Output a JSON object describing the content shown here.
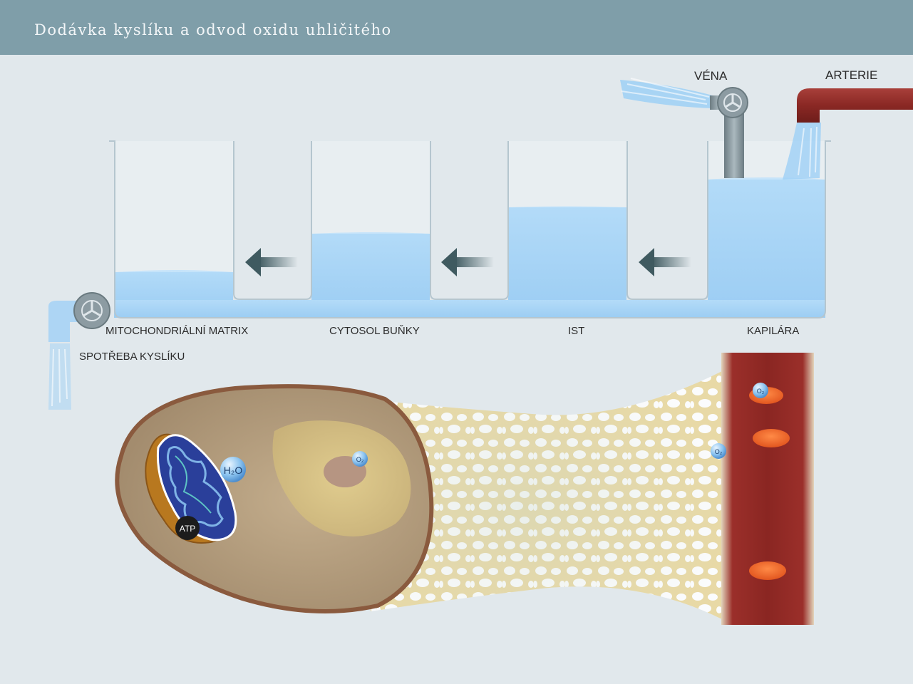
{
  "header": {
    "title": "Dodávka kyslíku a odvod oxidu uhličitého"
  },
  "labels": {
    "vena": "VÉNA",
    "arterie": "ARTERIE",
    "mitochondrialni_matrix": "MITOCHONDRIÁLNÍ MATRIX",
    "cytosol": "CYTOSOL BUŇKY",
    "ist": "IST",
    "kapilara": "KAPILÁRA",
    "spotreba": "SPOTŘEBA KYSLÍKU"
  },
  "molecules": {
    "water": "H₂O",
    "atp": "ATP",
    "oxygen": "O₂"
  },
  "colors": {
    "header": "#7f9ea9",
    "background": "#e1e8ec",
    "water": "#a7d3f5",
    "artery": "#8d2a26",
    "cell_membrane": "#8a5a3e",
    "interstitium": "#e8d9a8",
    "red_blood_cell": "#ef6a2c"
  }
}
